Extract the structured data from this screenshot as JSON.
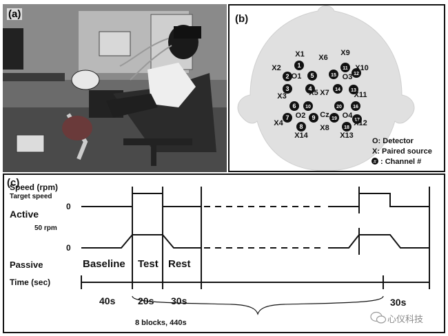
{
  "panel_a": {
    "label": "(a)"
  },
  "panel_b": {
    "label": "(b)",
    "channels": [
      {
        "id": "ch1",
        "text": "1"
      },
      {
        "id": "ch2",
        "text": "2"
      },
      {
        "id": "ch3",
        "text": "3"
      },
      {
        "id": "ch4",
        "text": "4"
      },
      {
        "id": "ch5",
        "text": "5"
      },
      {
        "id": "ch6",
        "text": "6"
      },
      {
        "id": "ch7",
        "text": "7"
      },
      {
        "id": "ch8",
        "text": "8"
      },
      {
        "id": "ch9",
        "text": "9"
      },
      {
        "id": "ch10",
        "text": "10"
      },
      {
        "id": "ch11",
        "text": "11"
      },
      {
        "id": "ch12",
        "text": "12"
      },
      {
        "id": "ch13",
        "text": "13"
      },
      {
        "id": "ch14",
        "text": "14"
      },
      {
        "id": "ch15",
        "text": "15"
      },
      {
        "id": "ch16",
        "text": "16"
      },
      {
        "id": "ch17",
        "text": "17"
      },
      {
        "id": "ch18",
        "text": "18"
      },
      {
        "id": "ch19",
        "text": "19"
      },
      {
        "id": "ch20",
        "text": "20"
      }
    ],
    "sources": [
      {
        "id": "x1",
        "text": "X1"
      },
      {
        "id": "x2",
        "text": "X2"
      },
      {
        "id": "x3",
        "text": "X3"
      },
      {
        "id": "x4",
        "text": "X4"
      },
      {
        "id": "x5",
        "text": "X5"
      },
      {
        "id": "x6",
        "text": "X6"
      },
      {
        "id": "x7",
        "text": "X7"
      },
      {
        "id": "x8",
        "text": "X8"
      },
      {
        "id": "x9",
        "text": "X9"
      },
      {
        "id": "x10",
        "text": "X10"
      },
      {
        "id": "x11",
        "text": "X11"
      },
      {
        "id": "x12",
        "text": "X12"
      },
      {
        "id": "x13",
        "text": "X13"
      },
      {
        "id": "x14",
        "text": "X14"
      }
    ],
    "detectors": [
      {
        "id": "o1",
        "text": "O1"
      },
      {
        "id": "o2",
        "text": "O2"
      },
      {
        "id": "o3",
        "text": "O3"
      },
      {
        "id": "o4",
        "text": "O4"
      },
      {
        "id": "cz",
        "text": "Cz"
      }
    ],
    "legend": {
      "detector": "O: Detector",
      "source": "X:  Paired source",
      "channel_symbol": "#",
      "channel": ": Channel #"
    }
  },
  "panel_c": {
    "label": "(c)",
    "speed_label": "Speed (rpm)",
    "target_speed": "Target speed",
    "zero_active": "0",
    "active": "Active",
    "rpm50": "50 rpm",
    "zero_passive": "0",
    "passive": "Passive",
    "baseline": "Baseline",
    "test": "Test",
    "rest": "Rest",
    "time_label": "Time (sec)",
    "d40": "40s",
    "d20": "20s",
    "d30": "30s",
    "d30b": "30s",
    "blocks": "8 blocks,  440s",
    "watermark": "心仪科技"
  }
}
